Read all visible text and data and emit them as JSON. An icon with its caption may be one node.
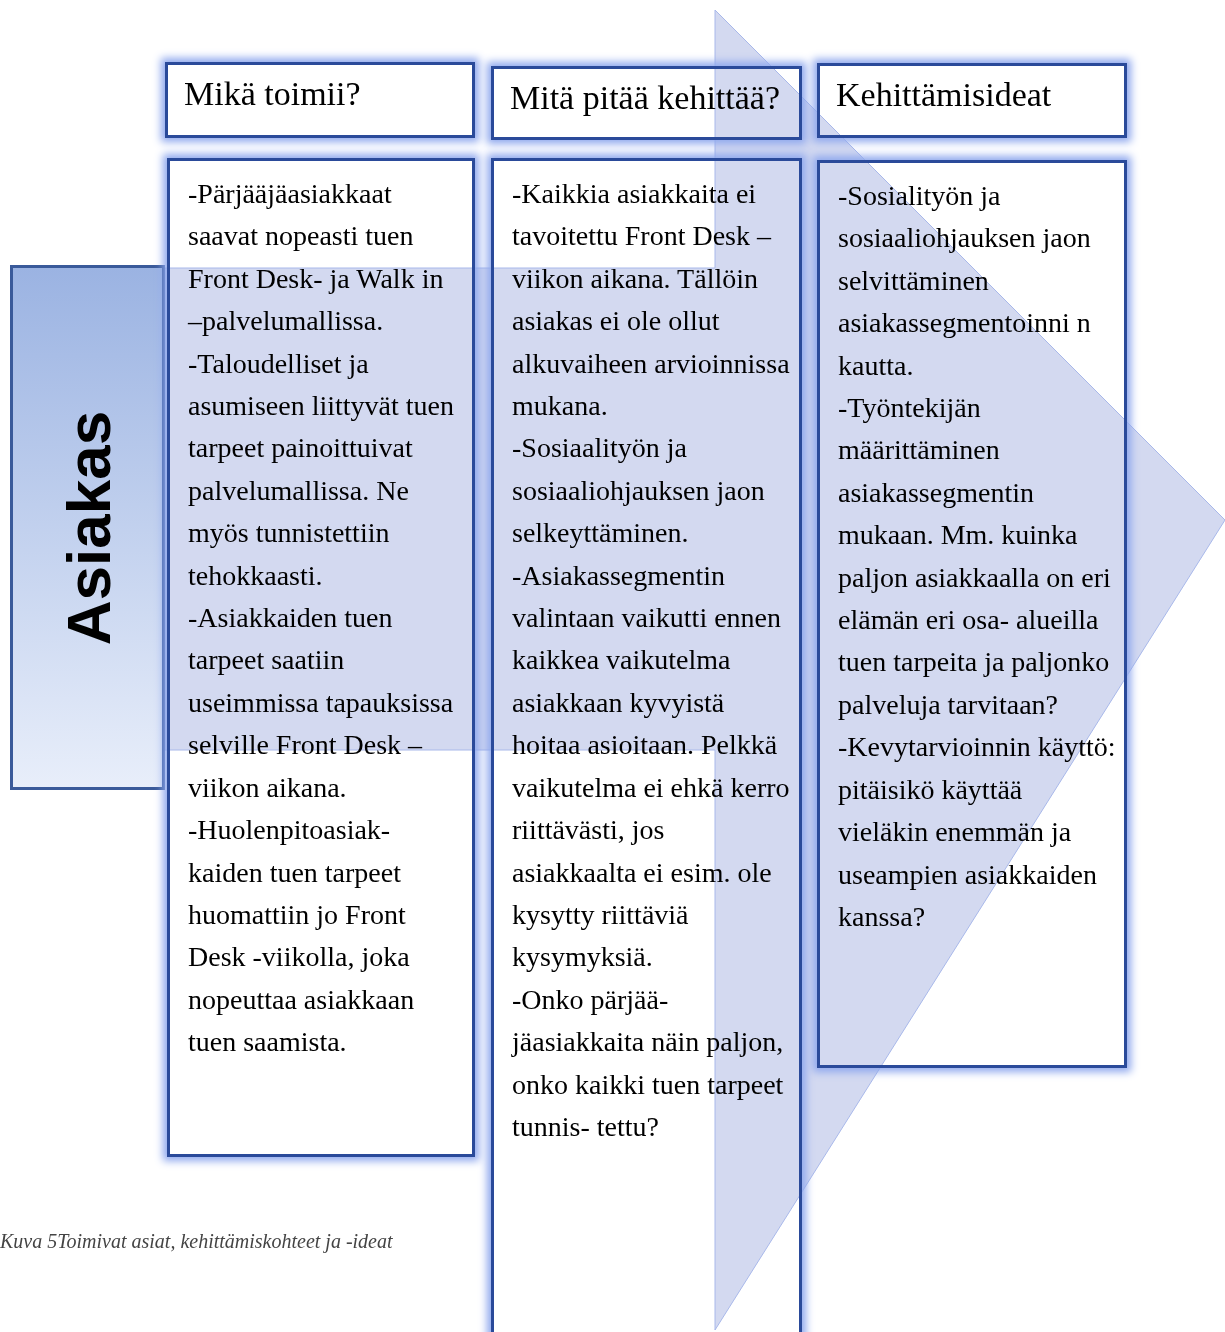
{
  "diagram": {
    "caption": "Kuva 5Toimivat asiat, kehittämiskohteet ja -ideat",
    "nodes": [
      {
        "text": [
          "Asiakas"
        ]
      },
      {
        "text": [
          "Mikä toimii?"
        ]
      },
      {
        "text": [
          "Mitä pitää kehittää?"
        ]
      },
      {
        "text": [
          "Kehittämisideat"
        ]
      },
      {
        "text": [
          "-Pärjääjäasiakkaat saavat nopeasti tuen Front Desk- ja Walk in –palvelumallissa.",
          "-Taloudelliset ja asumiseen liittyvät tuen tarpeet painoittuivat palvelumallissa. Ne myös tunnistettiin tehokkaasti.",
          "-Asiakkaiden tuen tarpeet saatiin useimmissa tapauksissa selville Front Desk –viikon aikana.",
          "-Huolenpitoasiak- kaiden tuen tarpeet huomattiin jo Front Desk -viikolla, joka nopeuttaa asiakkaan tuen saamista."
        ]
      },
      {
        "text": [
          "-Kaikkia asiakkaita ei tavoitettu Front Desk –viikon aikana. Tällöin asiakas ei ole ollut alkuvaiheen arvioinnissa mukana.",
          "-Sosiaalityön ja sosiaaliohjauksen jaon selkeyttäminen.",
          "-Asiakassegmentin valintaan vaikutti ennen kaikkea vaikutelma asiakkaan kyvyistä hoitaa asioitaan. Pelkkä vaikutelma ei ehkä kerro riittävästi, jos asiakkaalta ei esim. ole kysytty riittäviä kysymyksiä.",
          "-Onko pärjää- jäasiakkaita näin paljon, onko kaikki tuen tarpeet tunnis- tettu?"
        ]
      },
      {
        "text": [
          "-Sosialityön ja sosiaaliohjauksen jaon selvittäminen asiakassegmentoinni n kautta.",
          "-Työntekijän määrittäminen asiakassegmentin mukaan. Mm. kuinka paljon asiakkaalla on eri elämän eri osa- alueilla tuen tarpeita ja paljonko palveluja tarvitaan?",
          "-Kevytarvioinnin käyttö: pitäisikö käyttää vieläkin enemmän ja useampien asiakkaiden kanssa?"
        ]
      }
    ],
    "edges": []
  }
}
